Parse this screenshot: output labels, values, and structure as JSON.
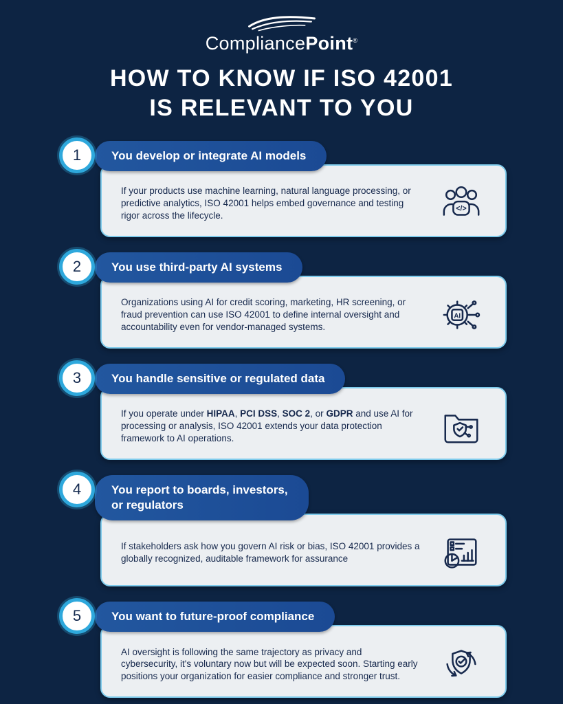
{
  "page": {
    "background_color": "#0D2443",
    "accent_cyan": "#2EA8DC",
    "pill_blue": "#1E4F9A",
    "card_bg": "#ECEFF2",
    "text_dark": "#17294D"
  },
  "logo": {
    "brand_part1": "Compliance",
    "brand_part2": "Point",
    "registered_mark": "®",
    "icon": "compliancepoint-waves-icon"
  },
  "title": {
    "line1": "HOW TO KNOW IF ISO 42001",
    "line2": "IS RELEVANT TO YOU"
  },
  "items": [
    {
      "number": "1",
      "heading": "You develop or integrate AI models",
      "icon": "ai-team-code-icon",
      "body": [
        {
          "text": "If your products use machine learning, natural language processing, or predictive analytics, ISO 42001 helps embed governance and testing rigor across the lifecycle.",
          "bold": false
        }
      ]
    },
    {
      "number": "2",
      "heading": "You use third-party AI systems",
      "icon": "ai-gear-chip-icon",
      "body": [
        {
          "text": "Organizations using AI for credit scoring, marketing, HR screening, or fraud prevention can use ISO 42001 to define internal oversight and accountability even for vendor-managed systems.",
          "bold": false
        }
      ]
    },
    {
      "number": "3",
      "heading": "You handle sensitive or regulated data",
      "icon": "secure-folder-icon",
      "body": [
        {
          "text": "If you operate under ",
          "bold": false
        },
        {
          "text": "HIPAA",
          "bold": true
        },
        {
          "text": ", ",
          "bold": false
        },
        {
          "text": "PCI DSS",
          "bold": true
        },
        {
          "text": ", ",
          "bold": false
        },
        {
          "text": "SOC 2",
          "bold": true
        },
        {
          "text": ", or ",
          "bold": false
        },
        {
          "text": "GDPR",
          "bold": true
        },
        {
          "text": " and use AI for processing or analysis, ISO 42001 extends your data protection framework to AI operations.",
          "bold": false
        }
      ]
    },
    {
      "number": "4",
      "heading": "You report to boards, investors,\nor regulators",
      "icon": "report-dashboard-icon",
      "body": [
        {
          "text": "If stakeholders ask how you govern AI risk or bias, ISO 42001 provides a globally recognized, auditable framework for assurance",
          "bold": false
        }
      ]
    },
    {
      "number": "5",
      "heading": "You want to future-proof compliance",
      "icon": "future-proof-shield-icon",
      "body": [
        {
          "text": "AI oversight is following the same trajectory as privacy and cybersecurity, it's voluntary now but will be expected soon. Starting early positions your organization for easier compliance and stronger trust.",
          "bold": false
        }
      ]
    }
  ]
}
